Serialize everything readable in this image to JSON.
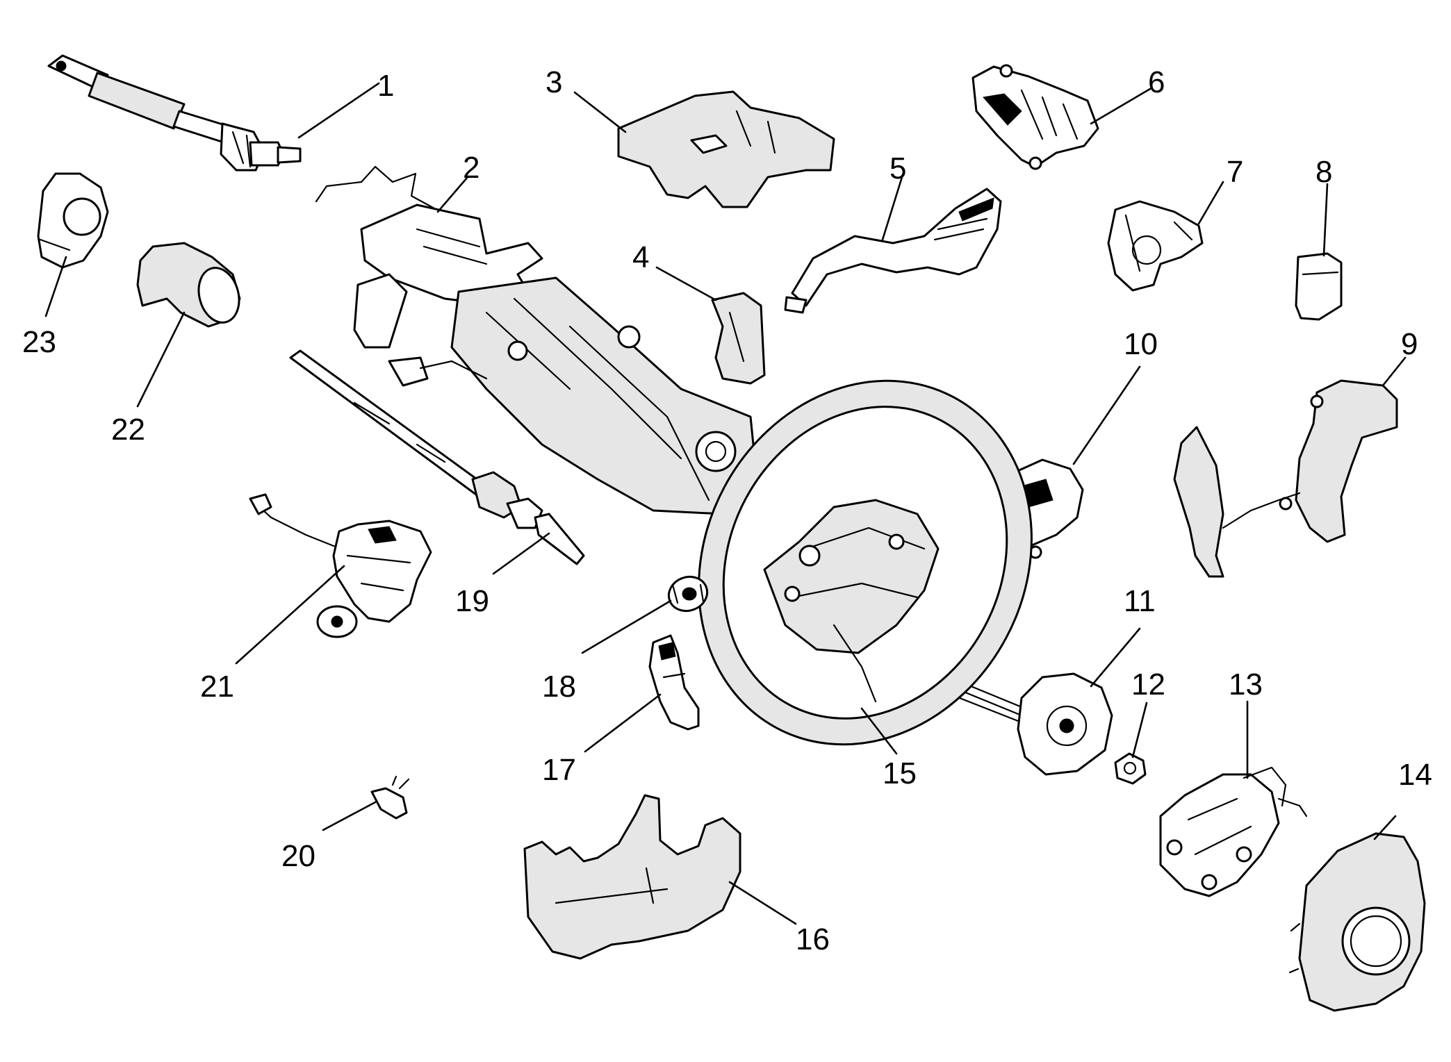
{
  "callouts": [
    {
      "id": "1",
      "text": "1"
    },
    {
      "id": "2",
      "text": "2"
    },
    {
      "id": "3",
      "text": "3"
    },
    {
      "id": "4",
      "text": "4"
    },
    {
      "id": "5",
      "text": "5"
    },
    {
      "id": "6",
      "text": "6"
    },
    {
      "id": "7",
      "text": "7"
    },
    {
      "id": "8",
      "text": "8"
    },
    {
      "id": "9",
      "text": "9"
    },
    {
      "id": "10",
      "text": "10"
    },
    {
      "id": "11",
      "text": "11"
    },
    {
      "id": "12",
      "text": "12"
    },
    {
      "id": "13",
      "text": "13"
    },
    {
      "id": "14",
      "text": "14"
    },
    {
      "id": "15",
      "text": "15"
    },
    {
      "id": "16",
      "text": "16"
    },
    {
      "id": "17",
      "text": "17"
    },
    {
      "id": "18",
      "text": "18"
    },
    {
      "id": "19",
      "text": "19"
    },
    {
      "id": "20",
      "text": "20"
    },
    {
      "id": "21",
      "text": "21"
    },
    {
      "id": "22",
      "text": "22"
    },
    {
      "id": "23",
      "text": "23"
    }
  ]
}
